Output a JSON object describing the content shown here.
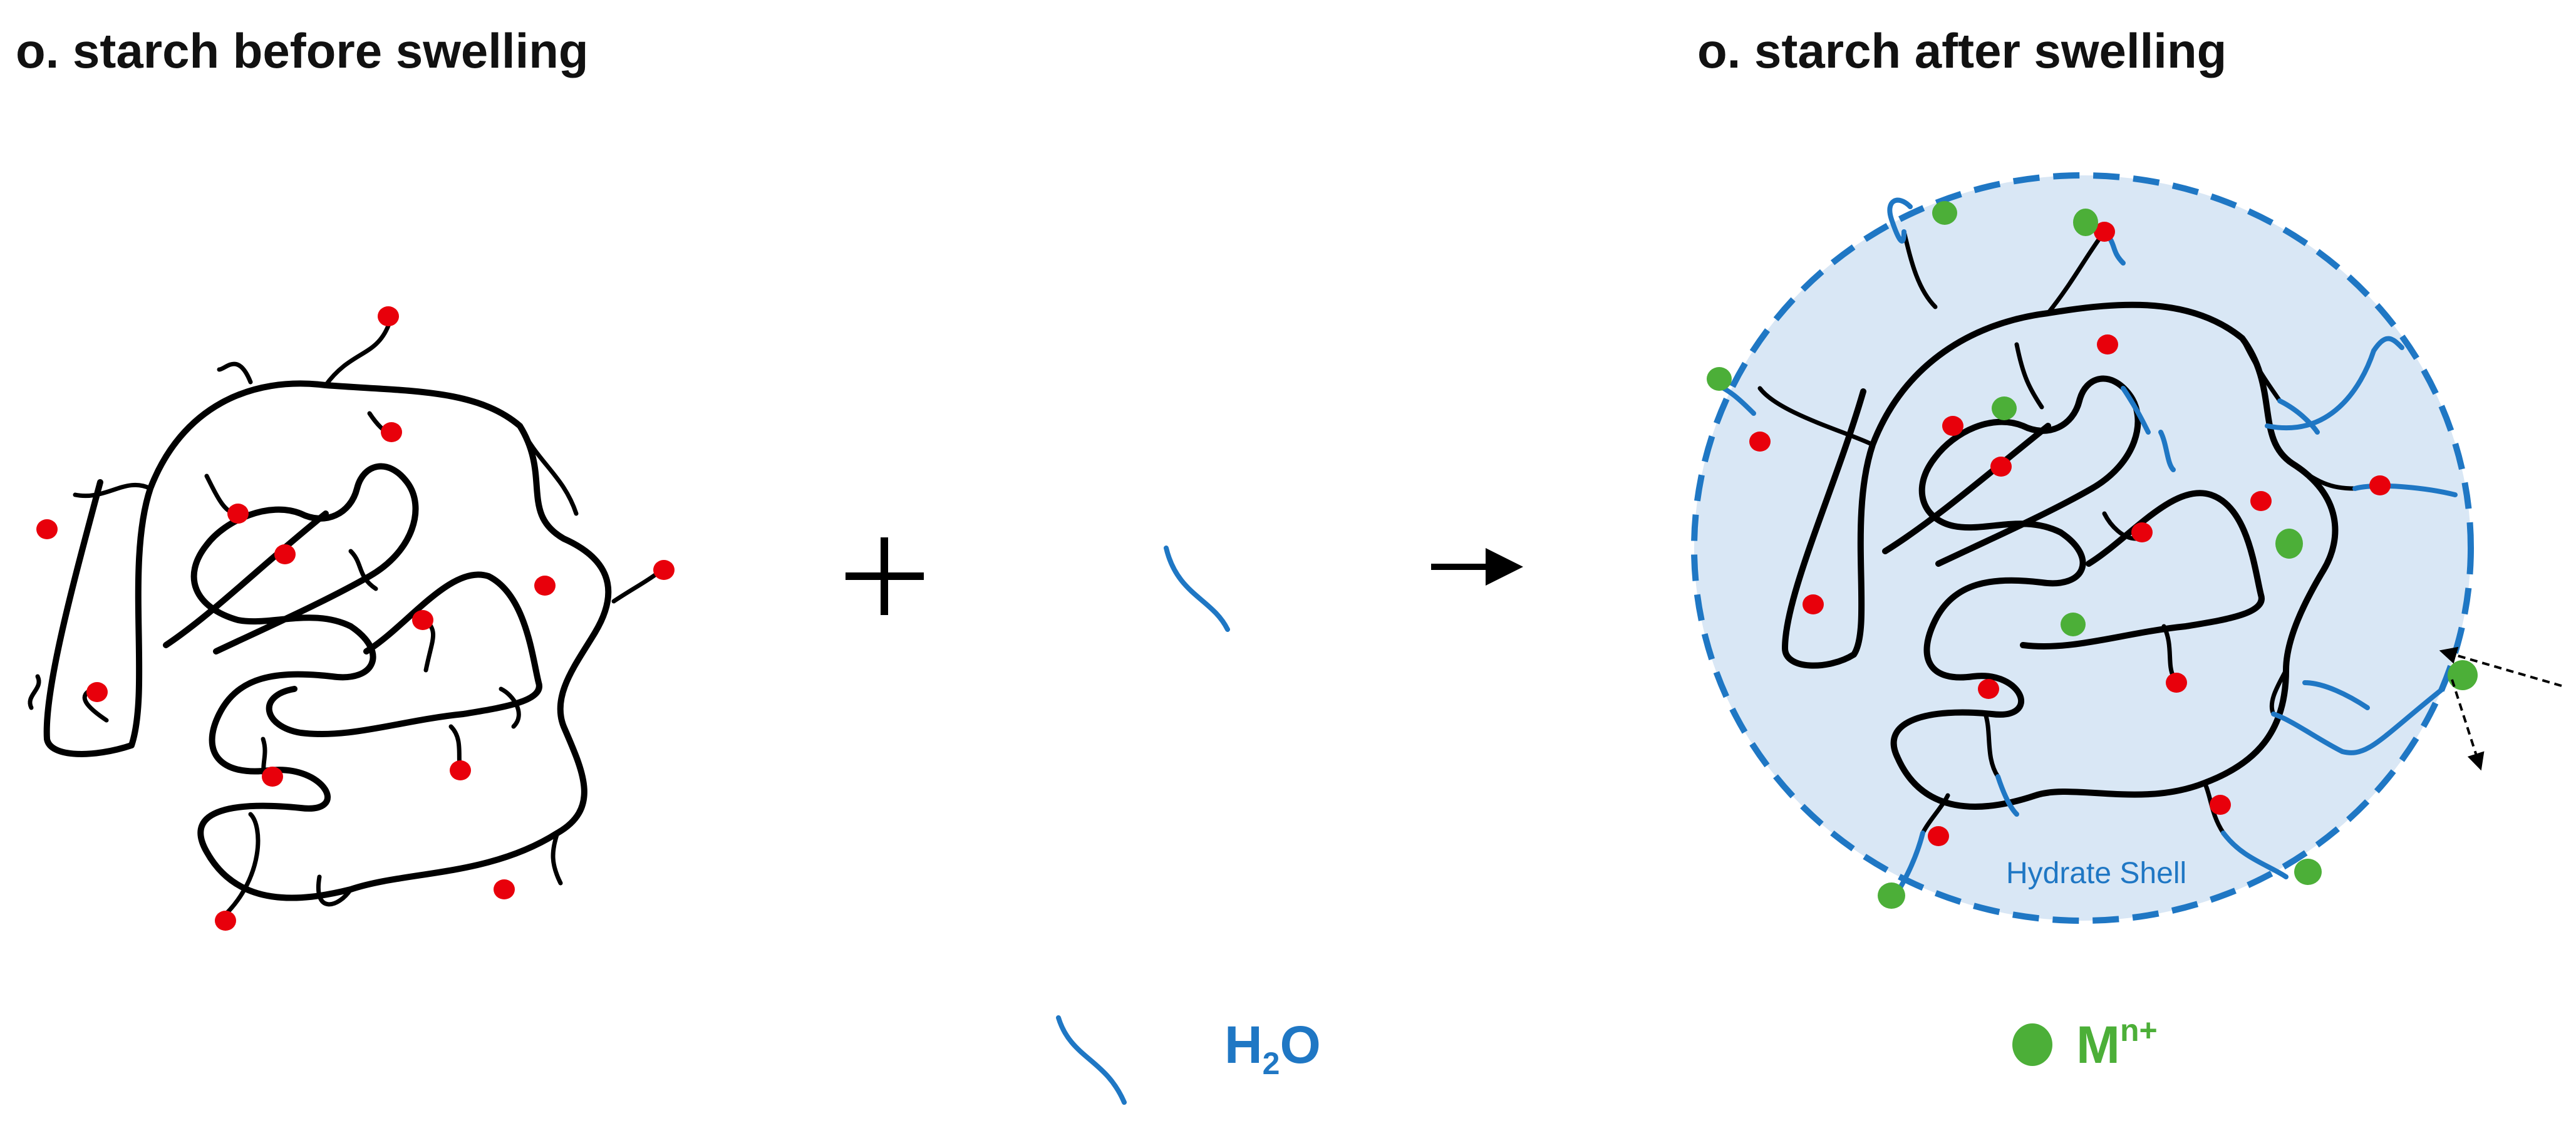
{
  "panels": {
    "before": {
      "title": "o. starch before swelling"
    },
    "after": {
      "title": "o. starch after swelling",
      "shell_label": "Hydrate Shell"
    }
  },
  "operators": {
    "plus": "+",
    "arrow": "→"
  },
  "legend": {
    "water": {
      "main": "H",
      "sub": "2",
      "tail": "O"
    },
    "ion": {
      "main": "M",
      "sup": "n+"
    }
  },
  "colors": {
    "chain": "#000000",
    "charged_group": "#e8000b",
    "water": "#1f77c4",
    "metal_ion": "#4caf38",
    "shell_fill": "#d9e7f5",
    "shell_border": "#1f77c4"
  },
  "icons": {
    "water": "water-molecule-icon",
    "ion": "metal-ion-icon",
    "group": "charged-group-icon"
  }
}
